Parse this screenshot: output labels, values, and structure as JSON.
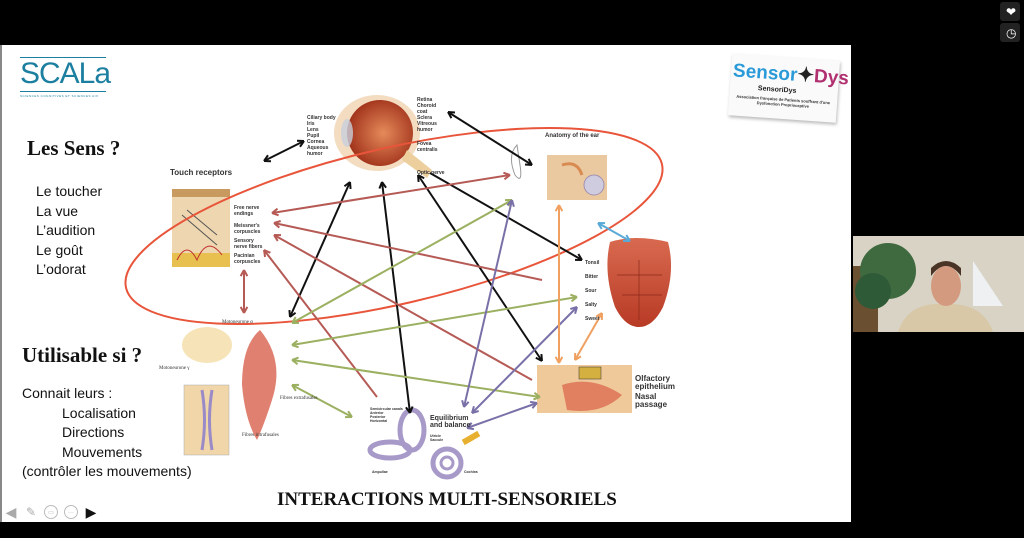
{
  "slide": {
    "logo_left": {
      "text": "SCALa",
      "subtitle": "SCIENCES COGNITIVES ET SCIENCES AIX"
    },
    "logo_right": {
      "brand_part1": "Sensor",
      "brand_part2": "Dys",
      "name": "SensoriDys",
      "tagline": "Association française de Patients souffrant d'une Dysfonction Proprioceptive"
    },
    "heading_senses": "Les Sens ?",
    "senses": [
      "Le toucher",
      "La vue",
      "L’audition",
      "Le goût",
      "L’odorat"
    ],
    "heading_usable": "Utilisable si ?",
    "usable_intro": "Connait leurs :",
    "usable_items": [
      "Localisation",
      "Directions",
      "Mouvements"
    ],
    "usable_note": "(contrôler les mouvements)",
    "title": "INTERACTIONS MULTI-SENSORIELS",
    "diagrams": {
      "touch": {
        "title": "Touch receptors",
        "labels": [
          "Free nerve endings",
          "Meissner's corpuscles",
          "Sensory nerve fibers",
          "Pacinian corpuscles"
        ]
      },
      "eye": {
        "labels_left": [
          "Ciliary body",
          "Iris",
          "Lens",
          "Pupil",
          "Cornea",
          "Aqueous humor"
        ],
        "labels_right": [
          "Retina",
          "Choroid coat",
          "Sclera",
          "Vitreous humor",
          "Fovea centralis",
          "Optic nerve"
        ]
      },
      "ear": {
        "title": "Anatomy of the ear"
      },
      "tongue": {
        "labels": [
          "Tonsil",
          "Bitter",
          "Sour",
          "Salty",
          "Sweet"
        ]
      },
      "nose": {
        "labels": [
          "Olfactory epithelium",
          "Nasal passage"
        ]
      },
      "muscle": {
        "labels": [
          "Motoneurone α",
          "Motoneurone γ",
          "Fibres extrafusales",
          "Fibres intrafusales"
        ]
      },
      "vestibular": {
        "title": "Equilibrium and balance",
        "labels": [
          "Semicircular canals",
          "Anterior",
          "Posterior",
          "Horizontal",
          "Utricle",
          "Saccule",
          "Ampullae",
          "Cochlea"
        ]
      }
    },
    "ellipse_color": "#e8553a",
    "arrow_colors": {
      "black": "#111111",
      "red": "#b65a55",
      "green": "#9bb060",
      "purple": "#7a70a8",
      "orange": "#f0a060",
      "blue": "#5aaad8"
    }
  },
  "toolbar": {
    "icons": [
      "arrow-left-icon",
      "pen-icon",
      "slides-icon",
      "more-icon",
      "arrow-right-icon"
    ]
  },
  "side_buttons": {
    "icons": [
      "heart-icon",
      "clock-icon"
    ]
  }
}
